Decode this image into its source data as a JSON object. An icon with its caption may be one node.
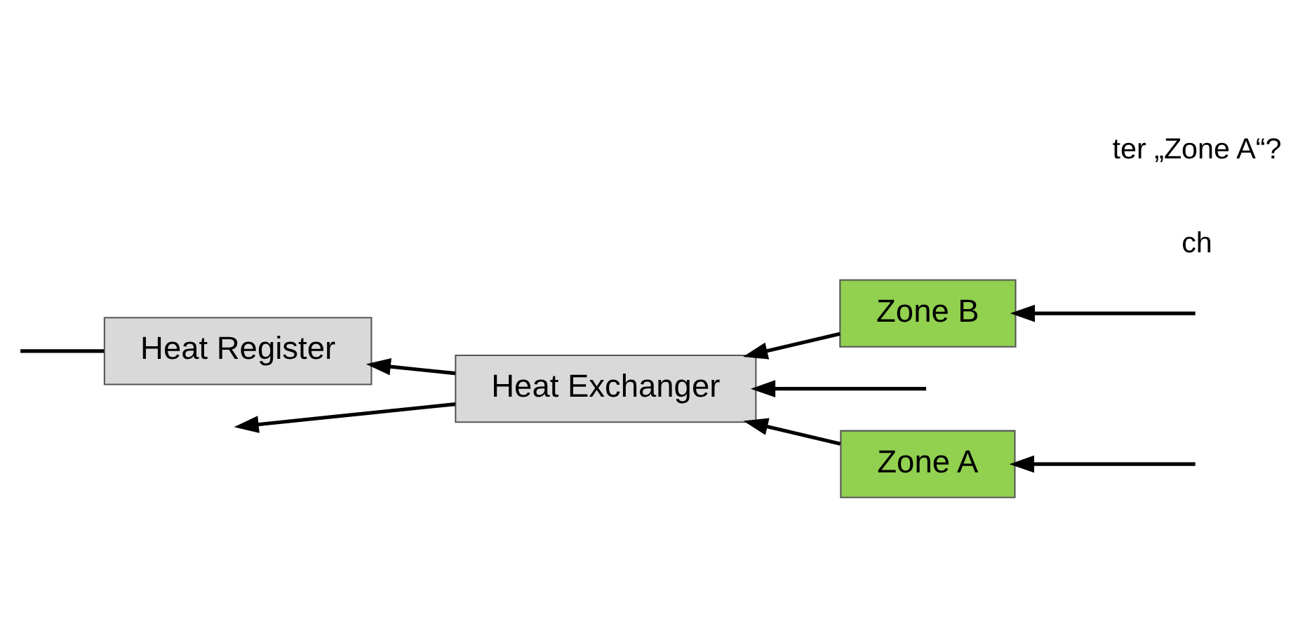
{
  "diagram": {
    "nodes": [
      {
        "text": [
          "Zone A"
        ]
      },
      {
        "text": [
          "Zone B"
        ]
      },
      {
        "text": [
          "Heat Exchanger"
        ]
      },
      {
        "text": [
          "Heat Register"
        ]
      }
    ],
    "edges": [
      {
        "from": null,
        "to": 0,
        "arrow": "to"
      },
      {
        "from": null,
        "to": 1,
        "arrow": "to"
      },
      {
        "from": 0,
        "to": 2,
        "arrow": "to"
      },
      {
        "from": 1,
        "to": 2,
        "arrow": "to"
      },
      {
        "from": 2,
        "to": null,
        "arrow": "to"
      },
      {
        "from": null,
        "to": 2,
        "arrow": "to"
      },
      {
        "from": 2,
        "to": 3,
        "arrow": "to"
      },
      {
        "from": 3,
        "to": null,
        "arrow": "none"
      }
    ],
    "labels": [
      "ch",
      "ter „Zone A“?"
    ]
  }
}
